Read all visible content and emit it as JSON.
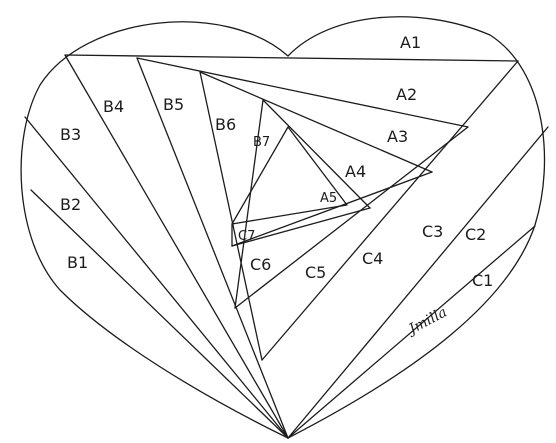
{
  "labels": {
    "a1": "A1",
    "a2": "A2",
    "a3": "A3",
    "a4": "A4",
    "a5": "A5",
    "b1": "B1",
    "b2": "B2",
    "b3": "B3",
    "b4": "B4",
    "b5": "B5",
    "b6": "B6",
    "b7": "B7",
    "c1": "C1",
    "c2": "C2",
    "c3": "C3",
    "c4": "C4",
    "c5": "C5",
    "c6": "C6",
    "c7": "C7"
  },
  "signature": "Jmilla"
}
